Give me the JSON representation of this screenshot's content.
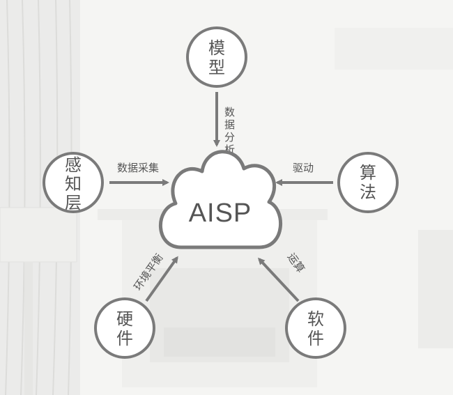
{
  "colors": {
    "stroke": "#7a7a7a",
    "fill": "#ffffff",
    "text": "#555555",
    "background": "#f4f4f2"
  },
  "center": {
    "label": "AISP"
  },
  "nodes": {
    "model": [
      "模",
      "型"
    ],
    "perception": [
      "感",
      "知",
      "层"
    ],
    "algorithm": [
      "算",
      "法"
    ],
    "hardware": [
      "硬",
      "件"
    ],
    "software": [
      "软",
      "件"
    ]
  },
  "edges": {
    "model": [
      "数",
      "据",
      "分",
      "析"
    ],
    "perception": "数据采集",
    "algorithm": "驱动",
    "hardware": "环境平衡",
    "software": "运算"
  }
}
